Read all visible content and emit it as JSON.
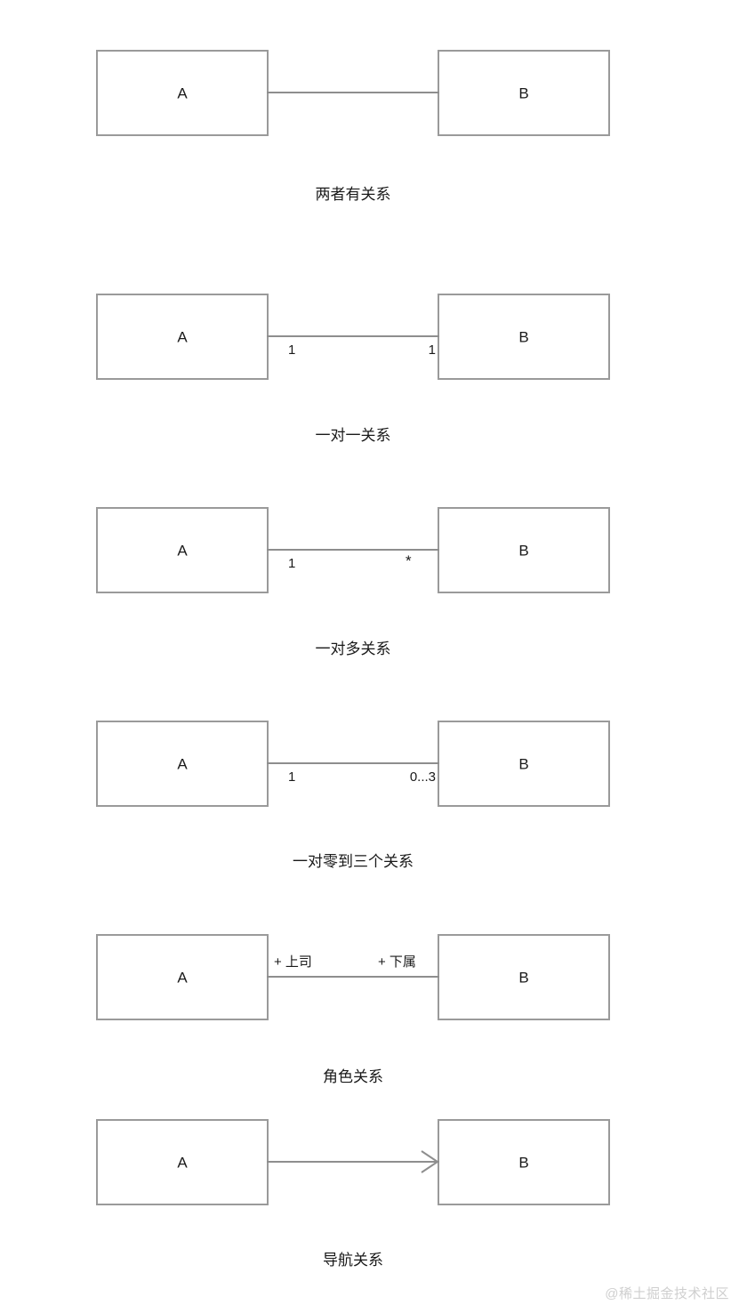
{
  "page": {
    "background": "#ffffff",
    "box_border_color": "#9a9a9a",
    "connector_color": "#8e8e8e",
    "text_color": "#1a1a1a",
    "watermark_color": "#cfcfcf"
  },
  "watermark": "@稀土掘金技术社区",
  "diagrams": [
    {
      "id": "association",
      "left_box": "A",
      "right_box": "B",
      "near_label": "",
      "far_label": "",
      "label_placement": "none",
      "arrow": "none",
      "caption": "两者有关系"
    },
    {
      "id": "one-to-one",
      "left_box": "A",
      "right_box": "B",
      "near_label": "1",
      "far_label": "1",
      "label_placement": "below",
      "arrow": "none",
      "caption": "一对一关系"
    },
    {
      "id": "one-to-many",
      "left_box": "A",
      "right_box": "B",
      "near_label": "1",
      "far_label": "*",
      "label_placement": "below",
      "arrow": "none",
      "caption": "一对多关系"
    },
    {
      "id": "one-to-zero-to-three",
      "left_box": "A",
      "right_box": "B",
      "near_label": "1",
      "far_label": "0...3",
      "label_placement": "below",
      "arrow": "none",
      "caption": "一对零到三个关系"
    },
    {
      "id": "role-association",
      "left_box": "A",
      "right_box": "B",
      "near_label": "+ 上司",
      "far_label": "+ 下属",
      "label_placement": "above",
      "arrow": "none",
      "caption": "角色关系"
    },
    {
      "id": "navigable-association",
      "left_box": "A",
      "right_box": "B",
      "near_label": "",
      "far_label": "",
      "label_placement": "none",
      "arrow": "open-right",
      "caption": "导航关系"
    }
  ]
}
